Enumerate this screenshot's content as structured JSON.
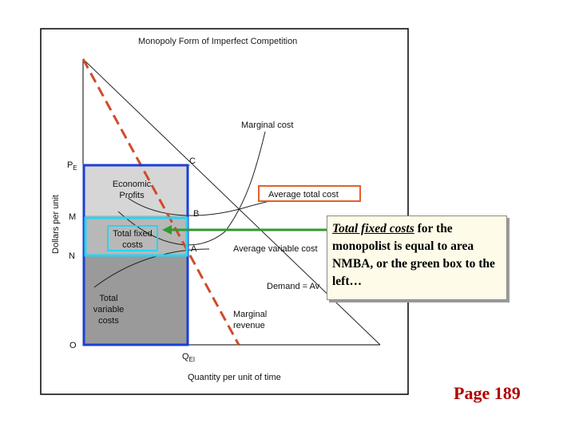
{
  "figure": {
    "title": "Monopoly Form of Imperfect Competition",
    "y_axis_label": "Dollars per unit",
    "x_axis_label": "Quantity per unit of time",
    "y_ticks": {
      "pe_main": "P",
      "pe_sub": "E",
      "m": "M",
      "n": "N",
      "o": "O"
    },
    "x_ticks": {
      "qe_main": "Q",
      "qe_sub": "EI"
    },
    "points": {
      "c": "C",
      "b": "B",
      "a": "A"
    },
    "curves": {
      "marginal_cost": "Marginal cost",
      "average_total_cost": "Average total cost",
      "average_variable_cost": "Average variable cost",
      "demand": "Demand = Av",
      "marginal_revenue_line1": "Marginal",
      "marginal_revenue_line2": "revenue"
    },
    "areas": {
      "economic_profits_line1": "Economic",
      "economic_profits_line2": "Profits",
      "total_fixed_costs_line1": "Total fixed",
      "total_fixed_costs_line2": "costs",
      "total_variable_costs_line1": "Total",
      "total_variable_costs_line2": "variable",
      "total_variable_costs_line3": "costs"
    }
  },
  "callout": {
    "keyword": "Total fixed costs",
    "text_after_keyword": " for the monopolist is equal to area NMBA, or the green box to the left…"
  },
  "page_number": "Page 189",
  "colors": {
    "highlight_box_blue": "#1a3fd6",
    "tfc_box_cyan": "#28d4f0",
    "arrow_green": "#2f9a2f",
    "marginal_revenue_red": "#d24a2a",
    "atc_label_border": "#e0622a",
    "page_number_red": "#b00000"
  }
}
